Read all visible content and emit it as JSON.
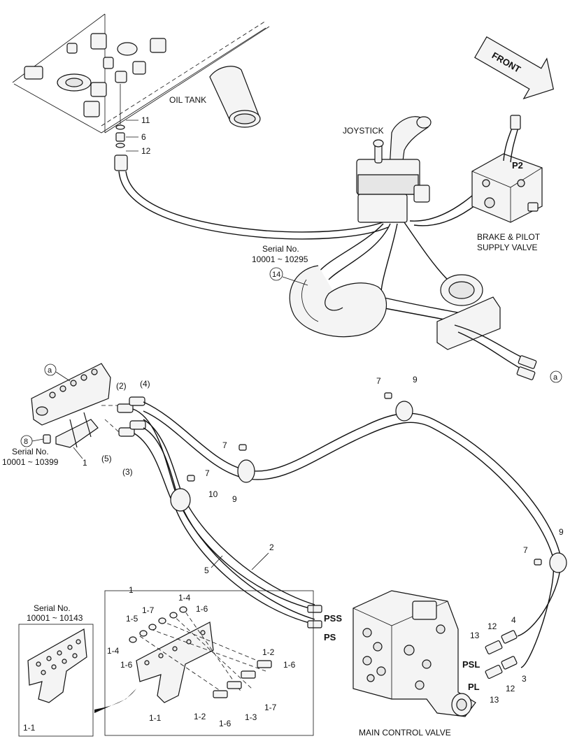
{
  "labels": {
    "oil_tank": "OIL TANK",
    "joystick": "JOYSTICK",
    "brake_valve_line1": "BRAKE & PILOT",
    "brake_valve_line2": "SUPPLY VALVE",
    "main_control_valve": "MAIN CONTROL VALVE",
    "front": "FRONT",
    "p2": "P2",
    "pss": "PSS",
    "ps": "PS",
    "psl": "PSL",
    "pl": "PL",
    "marker_a": "a"
  },
  "serial_notes": {
    "joystick_hose": {
      "title": "Serial No.",
      "range": "10001 ~ 10295",
      "part": "14"
    },
    "bracket_left": {
      "title": "Serial No.",
      "range": "10001 ~ 10399",
      "part": "8"
    },
    "inset_bracket": {
      "title": "Serial No.",
      "range": "10001 ~ 10143",
      "part": "1-1"
    }
  },
  "callouts": {
    "tank_11": "11",
    "tank_6": "6",
    "tank_12": "12",
    "paren_2": "(2)",
    "paren_4": "(4)",
    "paren_5": "(5)",
    "paren_3": "(3)",
    "bracket_1": "1",
    "clip_7a": "7",
    "clip_9a": "9",
    "clip_7b": "7",
    "clip_9b": "9",
    "clip_7c": "7",
    "clip_10": "10",
    "clip_7d": "7",
    "clip_9c": "9",
    "hose_2": "2",
    "hose_5": "5",
    "fit_13a": "13",
    "fit_12a": "12",
    "fit_4": "4",
    "fit_13b": "13",
    "fit_12b": "12",
    "fit_3": "3",
    "detail_1": "1",
    "d_1_4a": "1-4",
    "d_1_6a": "1-6",
    "d_1_7a": "1-7",
    "d_1_5": "1-5",
    "d_1_4b": "1-4",
    "d_1_6b": "1-6",
    "d_1_2a": "1-2",
    "d_1_6c": "1-6",
    "d_1_7b": "1-7",
    "d_1_3": "1-3",
    "d_1_2b": "1-2",
    "d_1_6d": "1-6",
    "d_1_1": "1-1"
  }
}
